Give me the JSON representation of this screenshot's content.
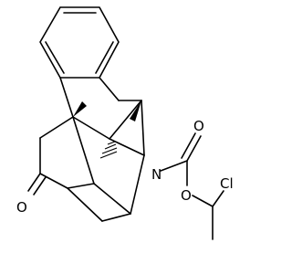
{
  "molecule": {
    "atoms": {
      "oxygen_ketone": "O",
      "nitrogen": "N",
      "oxygen_carbonyl": "O",
      "oxygen_ester": "O",
      "chlorine": "Cl"
    }
  }
}
